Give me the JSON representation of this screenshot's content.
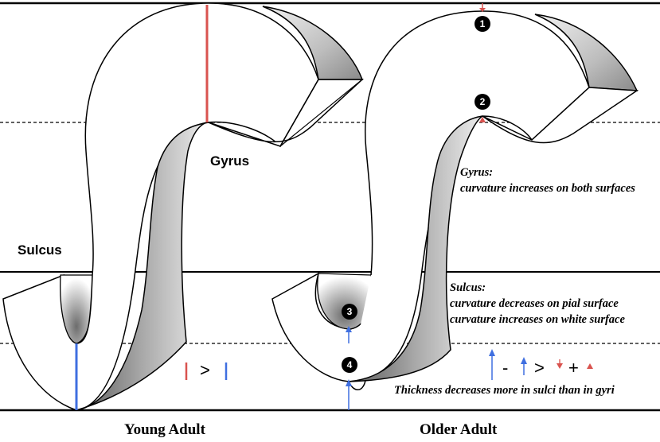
{
  "colors": {
    "red": "#d9534f",
    "blue": "#3f6fe0",
    "line": "#000000",
    "dashed": "#000000"
  },
  "labels": {
    "sulcus": "Sulcus",
    "gyrus": "Gyrus",
    "young_adult": "Young Adult",
    "older_adult": "Older Adult"
  },
  "notes": {
    "gyrus_title": "Gyrus:",
    "gyrus_body": "curvature increases on both surfaces",
    "sulcus_title": "Sulcus:",
    "sulcus_line1": "curvature decreases on pial surface",
    "sulcus_line2": "curvature increases on white surface",
    "thickness": "Thickness decreases more in sulci than in gyri"
  },
  "markers": [
    "1",
    "2",
    "3",
    "4"
  ],
  "legend": {
    "young_compare": ">",
    "older_minus": "-",
    "older_compare": ">",
    "older_plus": "+"
  }
}
